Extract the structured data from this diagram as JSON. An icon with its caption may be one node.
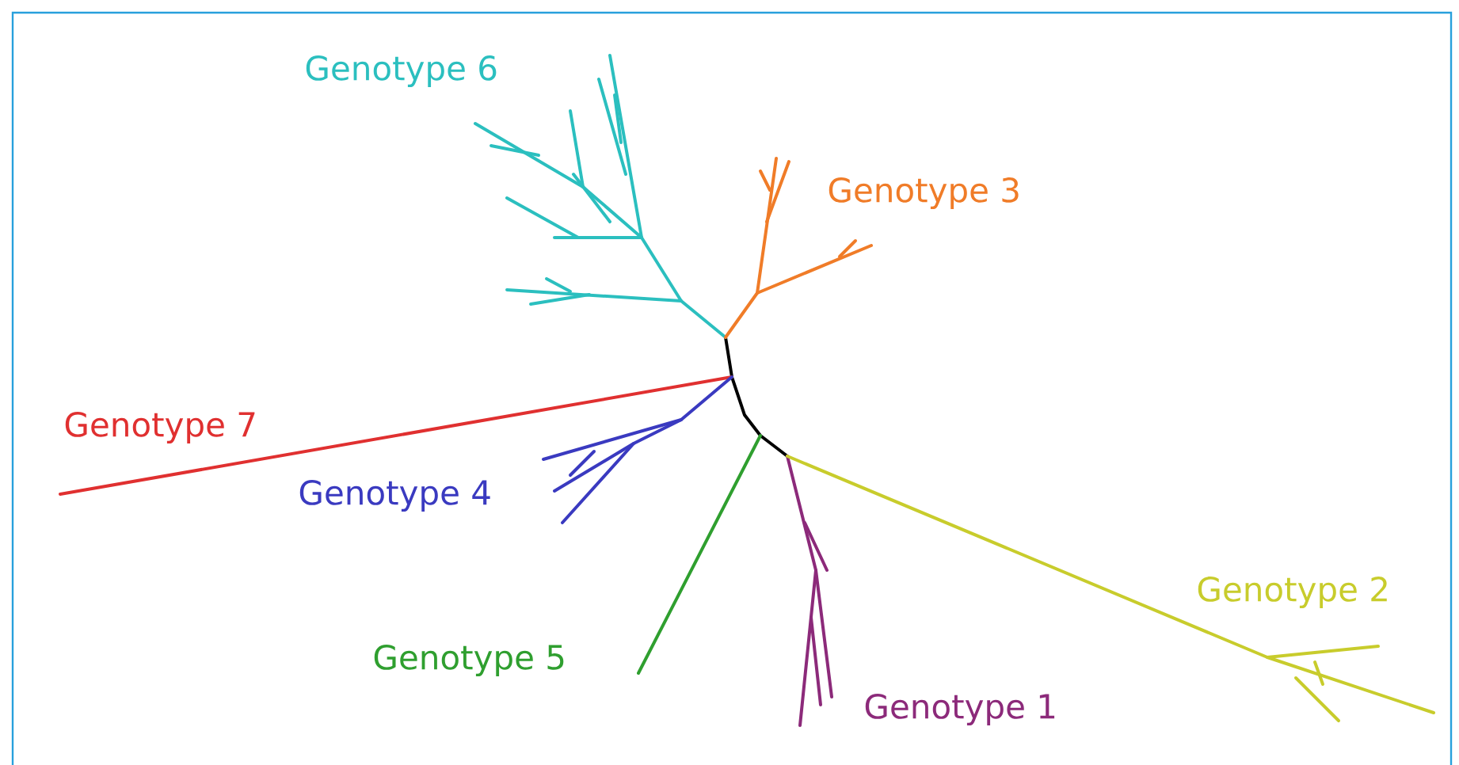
{
  "diagram": {
    "labels": [
      "Genotype 6",
      "Genotype 3",
      "Genotype 7",
      "Genotype 4",
      "Genotype 5",
      "Genotype 1",
      "Genotype 2"
    ]
  }
}
